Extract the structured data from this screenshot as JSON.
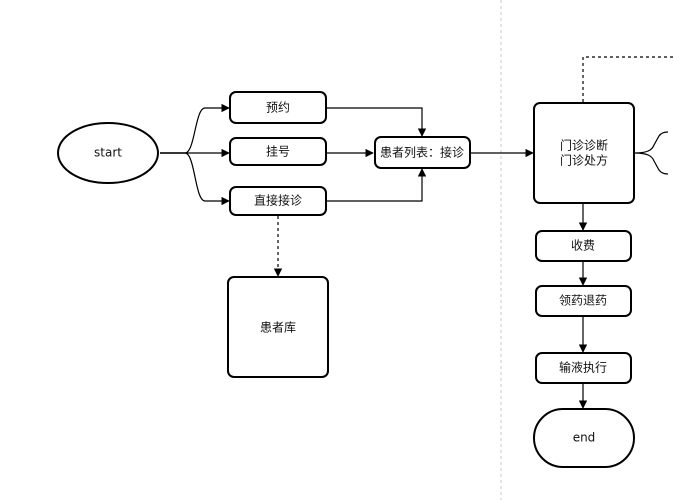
{
  "nodes": {
    "start": "start",
    "reserve": "预约",
    "register": "挂号",
    "direct": "直接接诊",
    "patient_list": "患者列表：接诊",
    "patient_db": "患者库",
    "diagnosis_line1": "门诊诊断",
    "diagnosis_line2": "门诊处方",
    "charge": "收费",
    "medicine": "领药退药",
    "infusion": "输液执行",
    "end": "end"
  }
}
